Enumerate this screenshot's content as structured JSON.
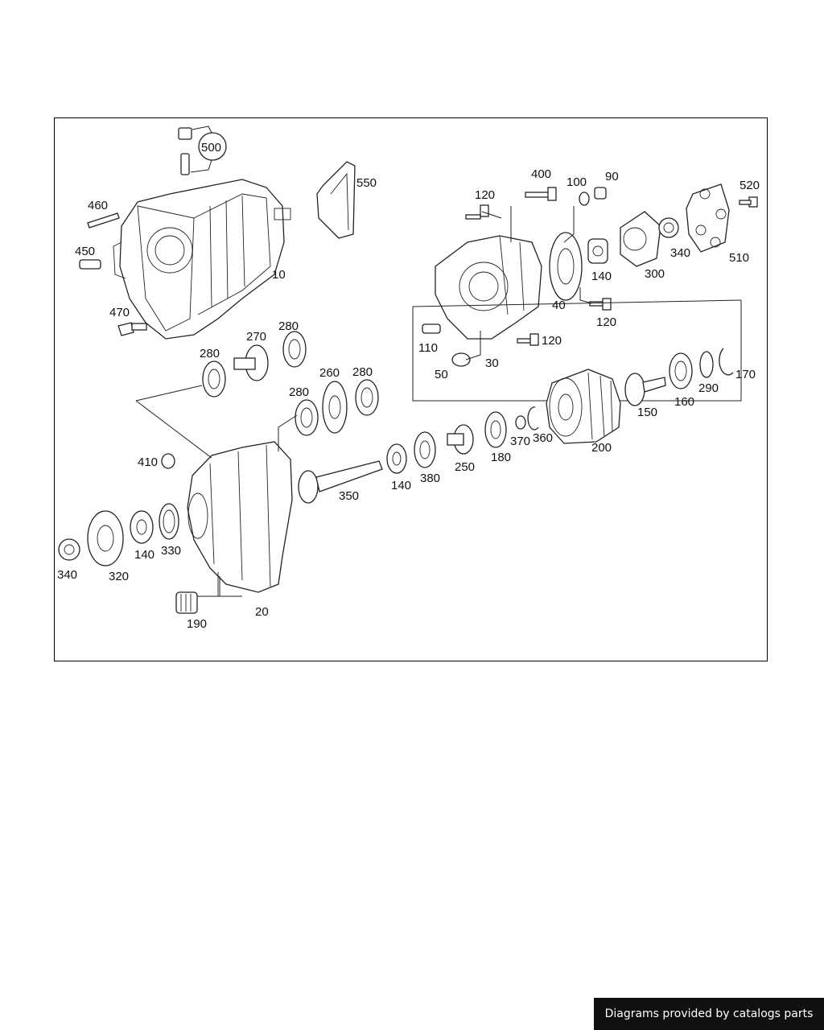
{
  "diagram": {
    "callouts": {
      "c500": "500",
      "c550": "550",
      "c460": "460",
      "c450": "450",
      "c10": "10",
      "c470": "470",
      "c400": "400",
      "c100": "100",
      "c90": "90",
      "c120a": "120",
      "c520": "520",
      "c140a": "140",
      "c300": "300",
      "c340a": "340",
      "c510": "510",
      "c40": "40",
      "c120b": "120",
      "c110": "110",
      "c50": "50",
      "c30": "30",
      "c120c": "120",
      "c170": "170",
      "c280a": "280",
      "c270": "270",
      "c280b": "280",
      "c260": "260",
      "c280c": "280",
      "c280d": "280",
      "c160": "160",
      "c290": "290",
      "c150": "150",
      "c200": "200",
      "c370": "370",
      "c360": "360",
      "c180": "180",
      "c250": "250",
      "c380": "380",
      "c140b": "140",
      "c350": "350",
      "c410": "410",
      "c140c": "140",
      "c330": "330",
      "c340b": "340",
      "c320": "320",
      "c190": "190",
      "c20": "20"
    }
  },
  "footer": {
    "credit": "Diagrams provided by catalogs parts"
  }
}
